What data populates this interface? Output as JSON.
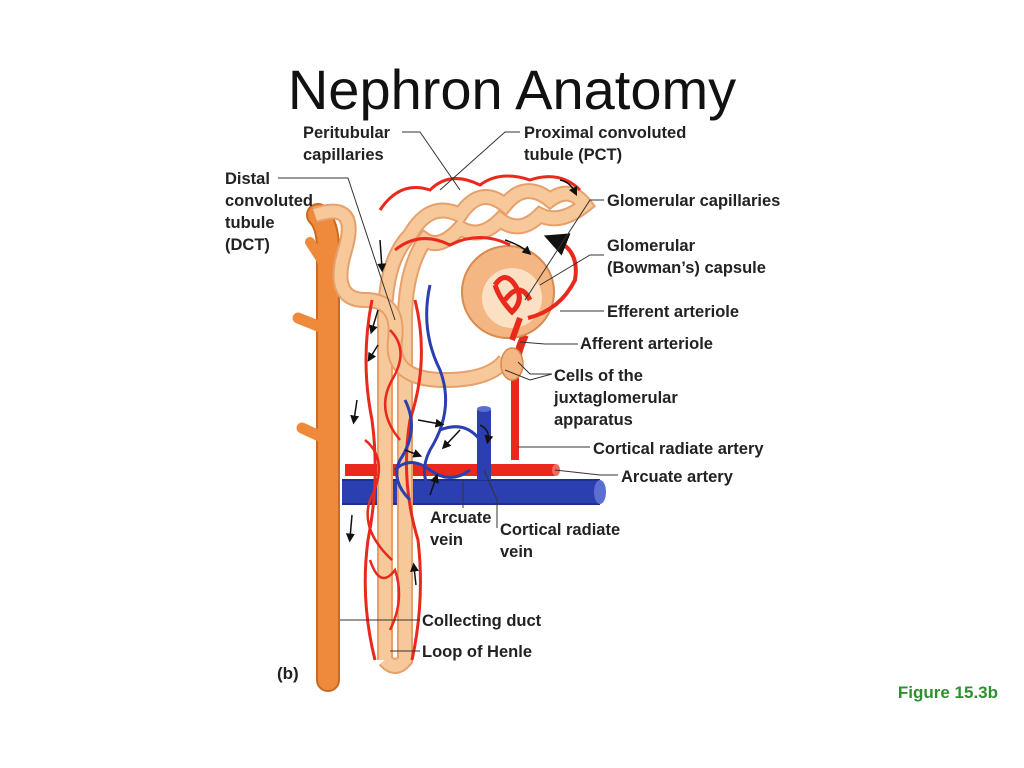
{
  "title": "Nephron Anatomy",
  "panel_label": "(b)",
  "figure_ref": "Figure 15.3b",
  "colors": {
    "artery": "#e8291c",
    "vein": "#2b3fb0",
    "tubule": "#f6c89a",
    "tubule_edge": "#e6a06b",
    "duct": "#ef8a3c",
    "figure_ref": "#2f8f2f"
  },
  "labels": {
    "peritubular": [
      "Peritubular",
      "capillaries"
    ],
    "pct": [
      "Proximal convoluted",
      "tubule (PCT)"
    ],
    "dct": [
      "Distal",
      "convoluted",
      "tubule",
      "(DCT)"
    ],
    "glom_cap": [
      "Glomerular capillaries"
    ],
    "bowman": [
      "Glomerular",
      "(Bowman’s) capsule"
    ],
    "efferent": [
      "Efferent arteriole"
    ],
    "afferent": [
      "Afferent arteriole"
    ],
    "jga": [
      "Cells of the",
      "juxtaglomerular",
      "apparatus"
    ],
    "cortical_artery": [
      "Cortical radiate artery"
    ],
    "arcuate_artery": [
      "Arcuate artery"
    ],
    "arcuate_vein": [
      "Arcuate",
      "vein"
    ],
    "cortical_vein": [
      "Cortical radiate",
      "vein"
    ],
    "collecting_duct": [
      "Collecting duct"
    ],
    "henle": [
      "Loop of Henle"
    ]
  }
}
